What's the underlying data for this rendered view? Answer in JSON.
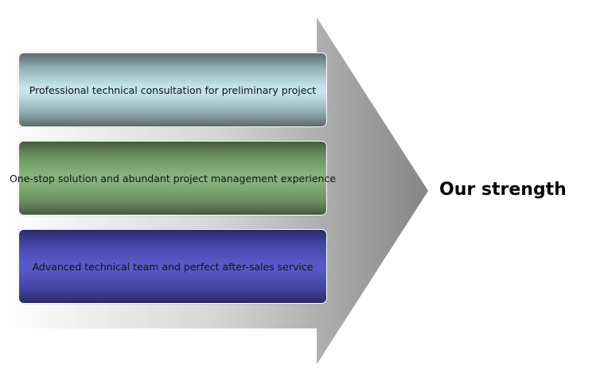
{
  "items": [
    {
      "label": "Professional technical consultation for preliminary project"
    },
    {
      "label": "One-stop solution and abundant project management experience"
    },
    {
      "label": "Advanced technical team and perfect after-sales service"
    }
  ],
  "title": "Our strength",
  "colors": {
    "box1": "#c4e4e9",
    "box2": "#86b37c",
    "box3": "#5858c6",
    "arrow": "#8a8a8a"
  }
}
